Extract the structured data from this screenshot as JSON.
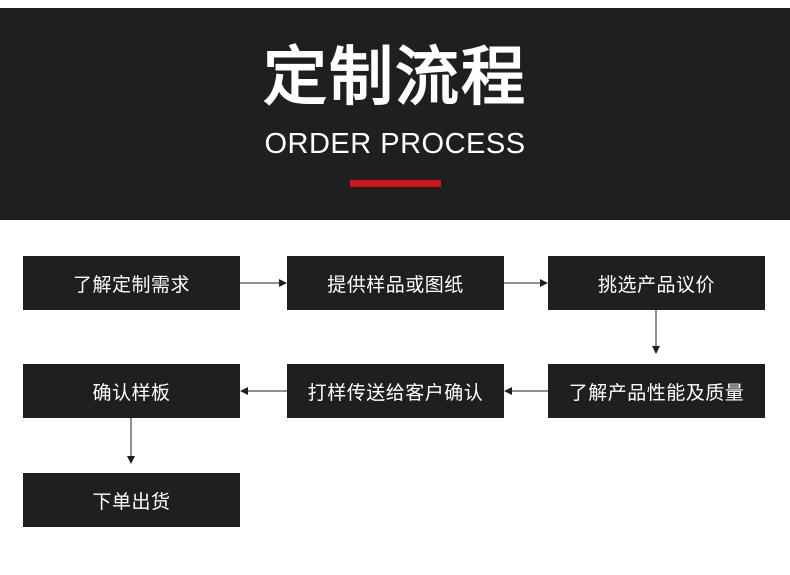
{
  "header": {
    "title": "定制流程",
    "subtitle": "ORDER PROCESS",
    "accent_color": "#d0141b"
  },
  "steps": [
    {
      "label": "了解定制需求"
    },
    {
      "label": "提供样品或图纸"
    },
    {
      "label": "挑选产品议价"
    },
    {
      "label": "了解产品性能及质量"
    },
    {
      "label": "打样传送给客户确认"
    },
    {
      "label": "确认样板"
    },
    {
      "label": "下单出货"
    }
  ]
}
